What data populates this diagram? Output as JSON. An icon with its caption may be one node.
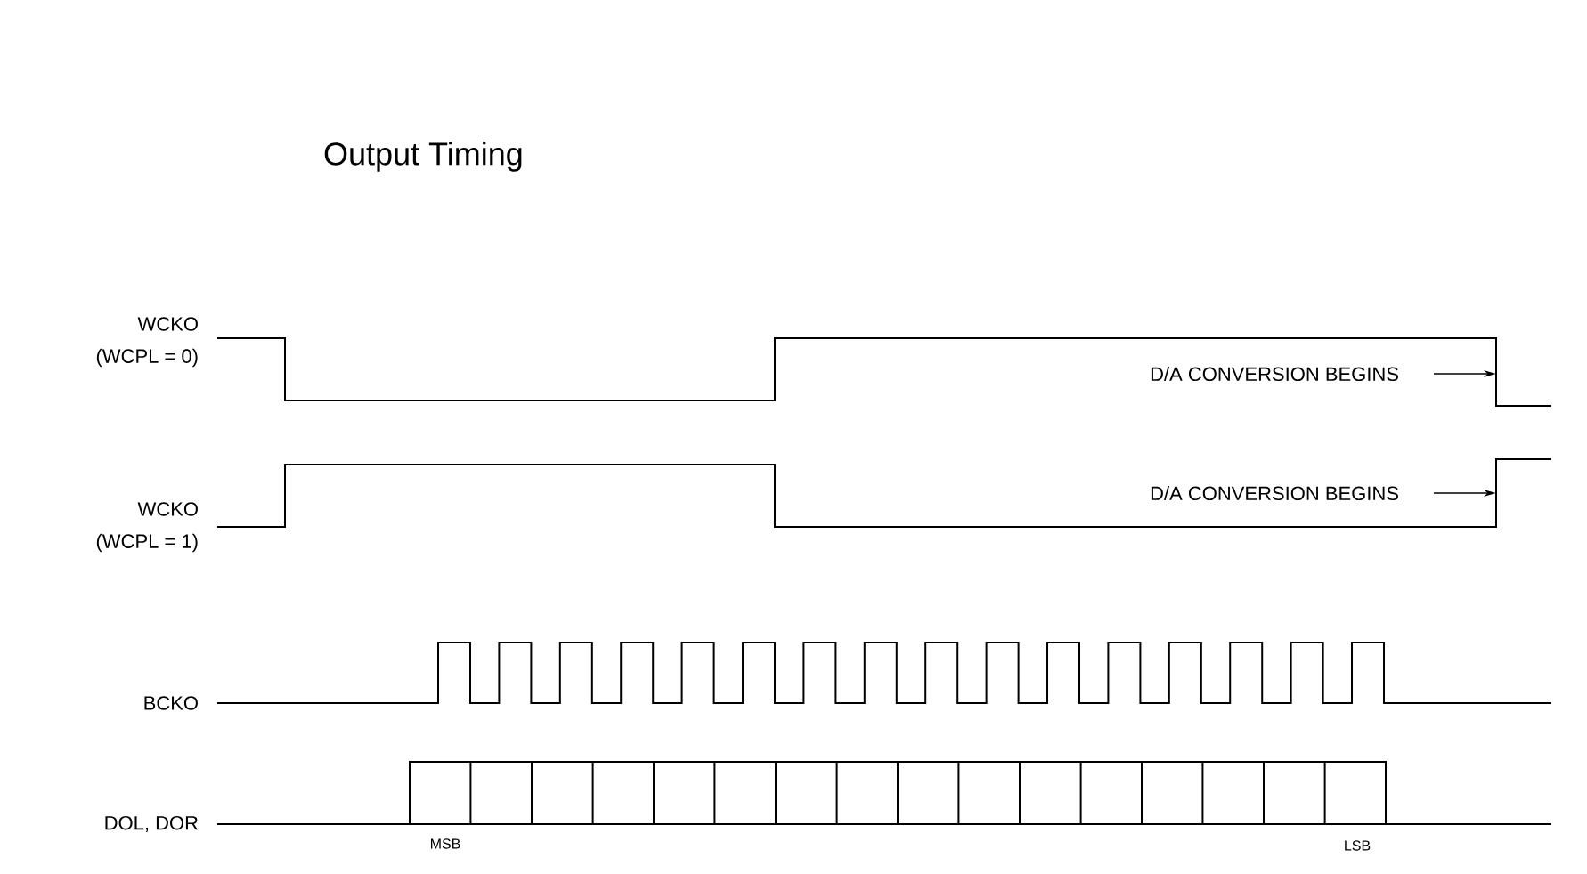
{
  "diagram": {
    "title": "Output Timing",
    "nodes": [
      {
        "text": [
          "D/A CONVERSION BEGINS"
        ]
      },
      {
        "text": [
          "D/A CONVERSION BEGINS"
        ]
      }
    ],
    "edges": [
      {
        "from": 0,
        "to": null,
        "arrow": "to"
      },
      {
        "from": 1,
        "to": null,
        "arrow": "to"
      }
    ],
    "labels": [
      "WCKO",
      "(WCPL = 0)",
      "WCKO",
      "(WCPL = 1)",
      "BCKO",
      "DOL, DOR",
      "MSB",
      "LSB"
    ]
  }
}
